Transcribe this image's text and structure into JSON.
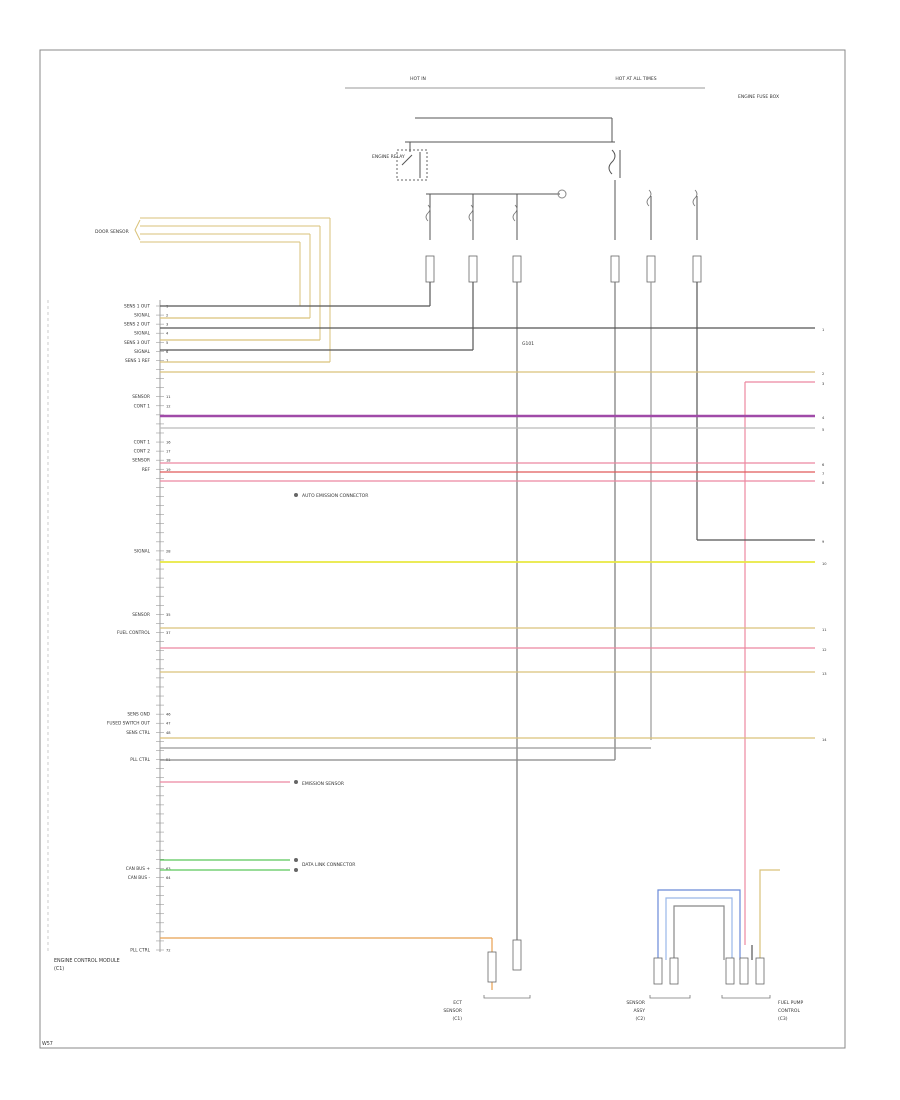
{
  "diagram": {
    "footer_code": "W57",
    "module_label": [
      "ENGINE CONTROL MODULE",
      "(C1)"
    ],
    "top_labels": [
      "HOT IN",
      "HOT AT ALL TIMES"
    ],
    "top_right_label": [
      "ENGINE FUSE BOX"
    ],
    "relay_label": [
      "ENGINE RELAY"
    ],
    "left_sensor_label": [
      "DOOR SENSOR"
    ],
    "center_wire_note": "G101",
    "pin_labels": [
      {
        "pin": "1",
        "text": "SENS 1 OUT"
      },
      {
        "pin": "2",
        "text": "SIGNAL"
      },
      {
        "pin": "3",
        "text": "SENS 2 OUT"
      },
      {
        "pin": "4",
        "text": "SIGNAL"
      },
      {
        "pin": "5",
        "text": "SENS 3 OUT"
      },
      {
        "pin": "6",
        "text": "SIGNAL"
      },
      {
        "pin": "7",
        "text": "SENS 1 REF"
      },
      {
        "pin": "11",
        "text": "SENSOR"
      },
      {
        "pin": "12",
        "text": "CONT 1"
      },
      {
        "pin": "16",
        "text": "CONT 1"
      },
      {
        "pin": "17",
        "text": "CONT 2"
      },
      {
        "pin": "18",
        "text": "SENSOR"
      },
      {
        "pin": "19",
        "text": "REF"
      },
      {
        "pin": "28",
        "text": "SIGNAL"
      },
      {
        "pin": "35",
        "text": "SENSOR"
      },
      {
        "pin": "37",
        "text": "FUEL CONTROL"
      },
      {
        "pin": "46",
        "text": "SENS GND"
      },
      {
        "pin": "47",
        "text": "FUSED SWITCH OUT"
      },
      {
        "pin": "48",
        "text": "SENS CTRL"
      },
      {
        "pin": "51",
        "text": "PLL CTRL"
      },
      {
        "pin": "63",
        "text": "CAN BUS +"
      },
      {
        "pin": "64",
        "text": "CAN BUS -"
      },
      {
        "pin": "72",
        "text": "PLL CTRL"
      }
    ],
    "wire_colors": {
      "black": "#4a4a4a",
      "gray": "#9a9a9a",
      "tan": "#d9c27a",
      "orange": "#e8a050",
      "violet": "#a04aa8",
      "pink": "#ec88a0",
      "red": "#e05a5a",
      "yellow": "#e8e840",
      "green": "#5ac85a",
      "blue": "#6a8ad8",
      "lightblue": "#9ab8e8",
      "frame": "#888888"
    },
    "right_pins": [
      "1",
      "2",
      "3",
      "4",
      "5",
      "6",
      "7",
      "8",
      "9",
      "10",
      "11",
      "12",
      "13",
      "14"
    ],
    "bottom_labels": [
      [
        "ECT",
        "SENSOR",
        "(C1)"
      ],
      [
        "SENSOR",
        "ASSY",
        "(C2)"
      ],
      [
        "FUEL PUMP",
        "CONTROL",
        "(C3)"
      ]
    ],
    "inline_notes": [
      "AUTO EMISSION CONNECTOR",
      "EMISSION SENSOR",
      "DATA LINK CONNECTOR"
    ]
  }
}
